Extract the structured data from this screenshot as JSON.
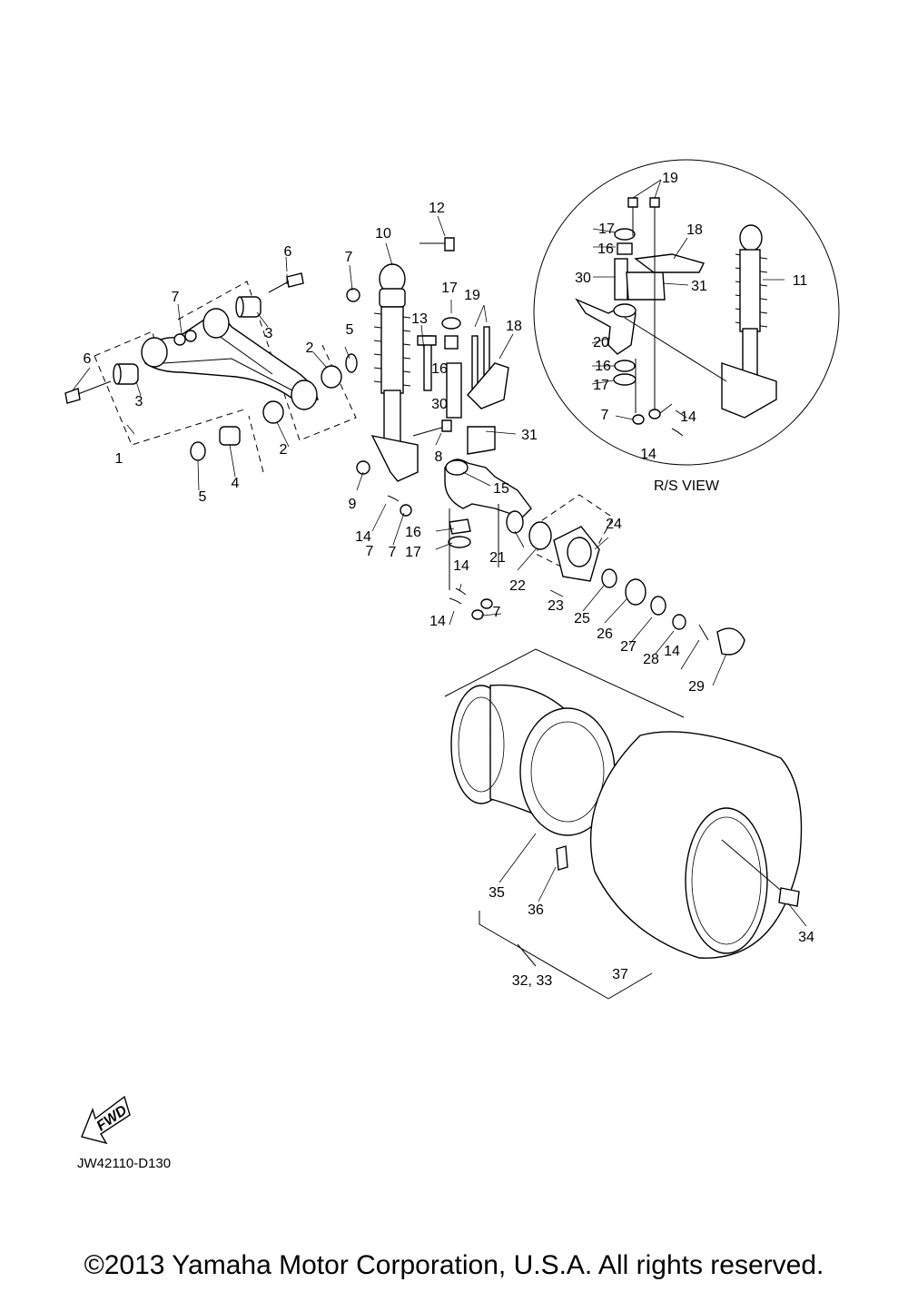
{
  "view_label": "R/S VIEW",
  "fwd_label": "FWD",
  "diagram_code": "JW42110-D130",
  "copyright": "©2013 Yamaha Motor Corporation, U.S.A. All rights reserved.",
  "callouts": [
    {
      "n": "1"
    },
    {
      "n": "2"
    },
    {
      "n": "2"
    },
    {
      "n": "3"
    },
    {
      "n": "3"
    },
    {
      "n": "4"
    },
    {
      "n": "5"
    },
    {
      "n": "5"
    },
    {
      "n": "6"
    },
    {
      "n": "6"
    },
    {
      "n": "7"
    },
    {
      "n": "7"
    },
    {
      "n": "7"
    },
    {
      "n": "7"
    },
    {
      "n": "7"
    },
    {
      "n": "7"
    },
    {
      "n": "8"
    },
    {
      "n": "9"
    },
    {
      "n": "10"
    },
    {
      "n": "11"
    },
    {
      "n": "12"
    },
    {
      "n": "13"
    },
    {
      "n": "14"
    },
    {
      "n": "14"
    },
    {
      "n": "14"
    },
    {
      "n": "14"
    },
    {
      "n": "14"
    },
    {
      "n": "14"
    },
    {
      "n": "15"
    },
    {
      "n": "16"
    },
    {
      "n": "16"
    },
    {
      "n": "16"
    },
    {
      "n": "16"
    },
    {
      "n": "17"
    },
    {
      "n": "17"
    },
    {
      "n": "17"
    },
    {
      "n": "17"
    },
    {
      "n": "18"
    },
    {
      "n": "18"
    },
    {
      "n": "19"
    },
    {
      "n": "19"
    },
    {
      "n": "20"
    },
    {
      "n": "21"
    },
    {
      "n": "22"
    },
    {
      "n": "23"
    },
    {
      "n": "24"
    },
    {
      "n": "25"
    },
    {
      "n": "26"
    },
    {
      "n": "27"
    },
    {
      "n": "28"
    },
    {
      "n": "29"
    },
    {
      "n": "30"
    },
    {
      "n": "30"
    },
    {
      "n": "31"
    },
    {
      "n": "31"
    },
    {
      "n": "32, 33"
    },
    {
      "n": "34"
    },
    {
      "n": "35"
    },
    {
      "n": "36"
    },
    {
      "n": "37"
    }
  ]
}
